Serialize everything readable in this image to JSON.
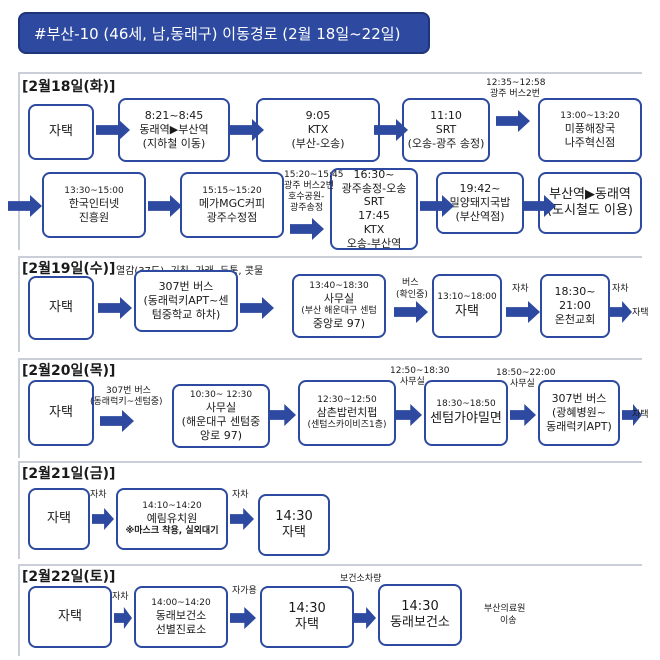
{
  "title": "#부산-10 (46세, 남,동래구) 이동경로 (2월 18일~22일)",
  "colors": {
    "accent": "#2e4aa0",
    "arrow": "#2e4aa0",
    "border": "#c9ced9"
  },
  "days": [
    {
      "date": "[2월18일(화)]",
      "row1": [
        {
          "lines": [
            "자택"
          ]
        },
        {
          "lines": [
            "8:21~8:45",
            "동래역▶부산역",
            "(지하철 이동)"
          ]
        },
        {
          "lines": [
            "9:05",
            "KTX",
            "(부산-오송)"
          ]
        },
        {
          "lines": [
            "11:10",
            "SRT",
            "(오송-광주 송정)"
          ]
        },
        {
          "lines": [
            "13:00~13:20",
            "미풍해장국",
            "나주혁신점"
          ]
        }
      ],
      "row2": [
        {
          "lines": [
            "13:30~15:00",
            "한국인터넷",
            "진흥원"
          ]
        },
        {
          "lines": [
            "15:15~15:20",
            "메가MGC커피",
            "광주수정점"
          ]
        },
        {
          "lines": [
            "16:30~",
            "광주송정-오송",
            "SRT",
            "17:45",
            "KTX",
            "오송-부산역"
          ]
        },
        {
          "lines": [
            "19:42~",
            "밀양돼지국밥",
            "(부산역점)"
          ]
        },
        {
          "lines": [
            "부산역▶동래역",
            "(도시철도 이용)"
          ]
        }
      ],
      "labels": [
        "12:35~12:58",
        "광주 버스2번",
        "15:20~15:45",
        "광주 버스2번",
        "호수공원-",
        "광주송정"
      ]
    },
    {
      "date": "[2월19일(수)]",
      "symptoms": "열감(37도), 기침, 가래, 두통, 콧물",
      "nodes": [
        {
          "lines": [
            "자택"
          ]
        },
        {
          "lines": [
            "307번 버스",
            "(동래럭키APT~센",
            "텀중학교 하차)"
          ]
        },
        {
          "lines": [
            "13:40~18:30",
            "사무실",
            "(부산 해운대구 센텀",
            "중앙로 97)"
          ]
        },
        {
          "lines": [
            "13:10~18:00",
            "자택"
          ]
        },
        {
          "lines": [
            "18:30~",
            "21:00",
            "온천교회"
          ]
        }
      ],
      "labels": [
        "버스",
        "(확인중)",
        "자차",
        "자차",
        "자택"
      ]
    },
    {
      "date": "[2월20일(목)]",
      "nodes": [
        {
          "lines": [
            "자택"
          ]
        },
        {
          "lines": [
            "10:30~ 12:30",
            "사무실",
            "(해운대구 센텀중",
            "앙로 97)"
          ]
        },
        {
          "lines": [
            "12:30~12:50",
            "삼촌밥런치펍",
            "(센텀스카이비즈1층)"
          ]
        },
        {
          "lines": [
            "18:30~18:50",
            "센텀가야밀면"
          ]
        },
        {
          "lines": [
            "307번 버스",
            "(광혜병원~",
            "동래럭키APT)"
          ]
        }
      ],
      "labels": [
        "307번 버스",
        "(동래럭키~센텀중)",
        "12:50~18:30",
        "사무실",
        "18:50~22:00",
        "사무실",
        "자택"
      ]
    },
    {
      "date": "[2월21일(금)]",
      "nodes": [
        {
          "lines": [
            "자택"
          ]
        },
        {
          "lines": [
            "14:10~14:20",
            "예림유치원",
            "※마스크 착용, 실외대기"
          ]
        },
        {
          "lines": [
            "14:30",
            "자택"
          ]
        }
      ],
      "labels": [
        "자차",
        "자차"
      ]
    },
    {
      "date": "[2월22일(토)]",
      "nodes": [
        {
          "lines": [
            "자택"
          ]
        },
        {
          "lines": [
            "14:00~14:20",
            "동래보건소",
            "선별진료소"
          ]
        },
        {
          "lines": [
            "14:30",
            "자택"
          ]
        },
        {
          "lines": [
            "14:30",
            "동래보건소"
          ]
        }
      ],
      "labels": [
        "자차",
        "자가용",
        "보건소차량",
        "부산의료원",
        "이송"
      ]
    }
  ]
}
